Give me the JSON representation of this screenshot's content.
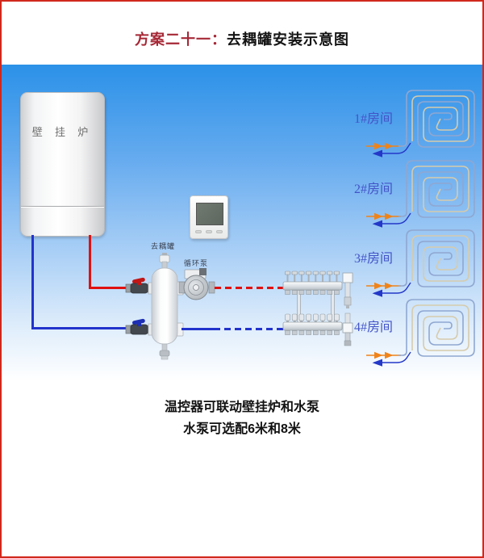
{
  "title": {
    "prefix": "方案二十一：",
    "main": "去耦罐安装示意图"
  },
  "equipment": {
    "boiler_label": "壁 挂 炉",
    "tank_label": "去耦罐",
    "pump_label": "循环泵"
  },
  "rooms": [
    {
      "label": "1#房间"
    },
    {
      "label": "2#房间"
    },
    {
      "label": "3#房间"
    },
    {
      "label": "4#房间"
    }
  ],
  "notes": {
    "line1": "温控器可联动壁挂炉和水泵",
    "line2": "水泵可选配6米和8米"
  },
  "colors": {
    "frame_border": "#d0281c",
    "title_prefix": "#a62836",
    "supply_pipe": "#e01010",
    "return_pipe": "#2233cc",
    "supply_arrow": "#f08318",
    "return_arrow": "#2438c8",
    "room_label": "#4354c8",
    "scene_top": "#2b91e8",
    "coil_line_a": "#8fa7d1",
    "coil_line_b": "#d6cbac"
  }
}
